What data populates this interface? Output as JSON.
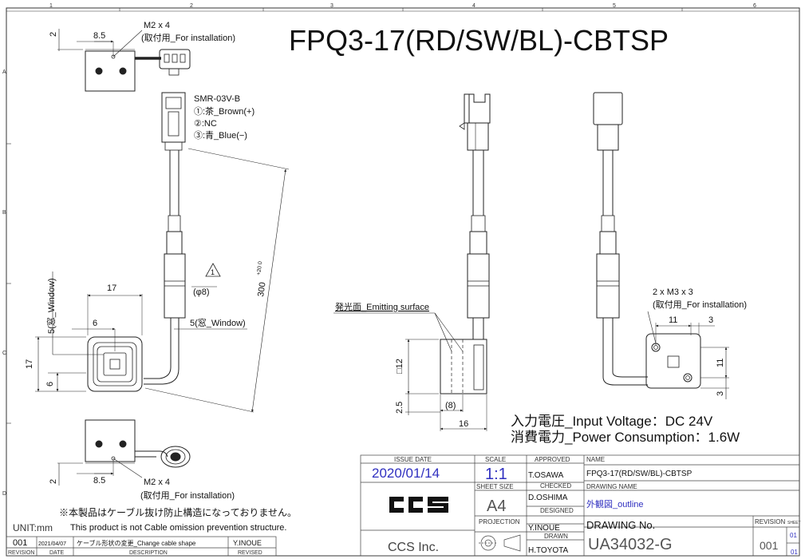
{
  "drawing": {
    "title": "FPQ3-17(RD/SW/BL)-CBTSP",
    "grid_cols": [
      "1",
      "2",
      "3",
      "4",
      "5",
      "6"
    ],
    "grid_rows": [
      "A",
      "B",
      "C",
      "D"
    ]
  },
  "top_view": {
    "dim_2": "2",
    "dim_8_5": "8.5",
    "screw": "M2 x 4",
    "install_note": "(取付用_For installation)"
  },
  "connector": {
    "part": "SMR-03V-B",
    "pin1": "①:茶_Brown(+)",
    "pin2": "②:NC",
    "pin3": "③:青_Blue(−)"
  },
  "front_view": {
    "dim_17_top": "17",
    "dim_6": "6",
    "window_5_v": "5(窓_Window)",
    "window_5_h": "5(窓_Window)",
    "dim_17_side": "17",
    "dim_6_side": "6",
    "cable_dia": "(φ8)",
    "note_mark": "1",
    "cable_len": "300",
    "cable_tol": "+20 0"
  },
  "bottom_view": {
    "dim_2": "2",
    "dim_8_5": "8.5",
    "screw": "M2 x 4",
    "install_note": "(取付用_For installation)"
  },
  "notes": {
    "jp": "※本製品はケーブル抜け防止構造になっておりません。",
    "en": "This product is not Cable omission prevention structure.",
    "unit": "UNIT:mm"
  },
  "side_view": {
    "emit_label": "発光面_Emitting surface",
    "dim_sq12": "□12",
    "dim_2_5": "2.5",
    "dim_8": "(8)",
    "dim_16": "16"
  },
  "back_view": {
    "screw": "2 x M3 x 3",
    "install_note": "(取付用_For installation)",
    "dim_11_h": "11",
    "dim_3_h": "3",
    "dim_11_v": "11",
    "dim_3_v": "3"
  },
  "specs": {
    "input_voltage": "入力電圧_Input Voltage：DC 24V",
    "power": "消費電力_Power Consumption：1.6W"
  },
  "title_block": {
    "issue_date_label": "ISSUE DATE",
    "issue_date": "2020/01/14",
    "scale_label": "SCALE",
    "scale": "1:1",
    "approved_label": "APPROVED",
    "approved": "T.OSAWA",
    "name_label": "NAME",
    "name": "FPQ3-17(RD/SW/BL)-CBTSP",
    "checked_label": "CHECKED",
    "checked": "D.OSHIMA",
    "sheet_size_label": "SHEET  SIZE",
    "sheet_size": "A4",
    "drawing_name_label": "DRAWING NAME",
    "drawing_name": "外観図_outline",
    "designed_label": "DESIGNED",
    "designed": "Y.INOUE",
    "projection_label": "PROJECTION",
    "drawing_no_label": "DRAWING No.",
    "revision_label": "REVISION",
    "sheet_small": "SHEET",
    "drawn_label": "DRAWN",
    "drawn": "H.TOYOTA",
    "drawing_no": "UA34032-G",
    "revision": "001",
    "sheet_num": "01",
    "sheet_total": "01",
    "logo": "CCS",
    "company": "CCS Inc."
  },
  "revision_block": {
    "rev": "001",
    "date": "2021/04/07",
    "desc": "ケーブル形状の変更_Change cable shape",
    "by": "Y.INOUE",
    "rev_label": "REVISION",
    "date_label": "DATE",
    "desc_label": "DESCRIPTION",
    "revised_label": "REVISED"
  }
}
